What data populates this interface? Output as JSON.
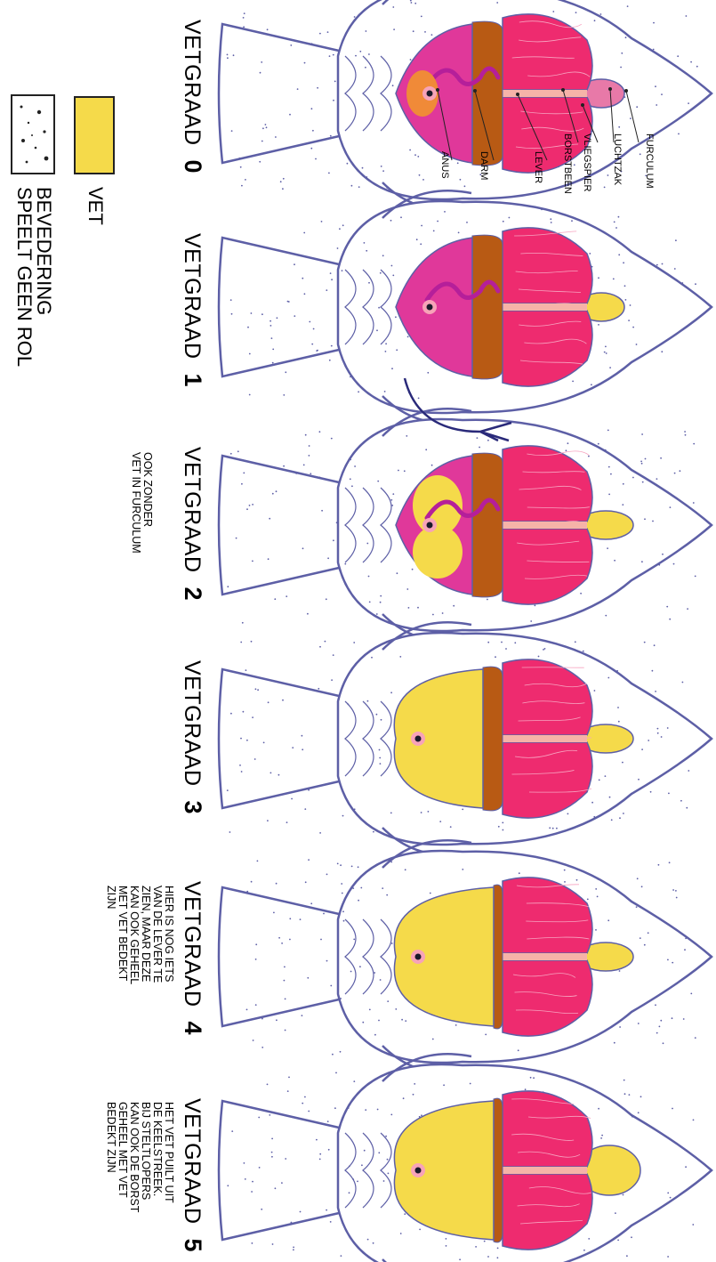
{
  "colors": {
    "outline": "#5d5fa6",
    "muscle": "#ee2b6f",
    "breastbone": "#f6b3a8",
    "liver": "#b85a14",
    "fat": "#f5da4a",
    "gut": "#b51f9a",
    "abdomen": "#e0389a",
    "airsac": "#e879a8"
  },
  "birds": [
    {
      "title": "VETGRAAD",
      "grade": "0",
      "note": [],
      "fat_level": 0
    },
    {
      "title": "VETGRAAD",
      "grade": "1",
      "note": [],
      "fat_level": 1
    },
    {
      "title": "VETGRAAD",
      "grade": "2",
      "note": [
        "OOK ZONDER",
        "VET IN FURCULUM"
      ],
      "fat_level": 2
    },
    {
      "title": "VETGRAAD",
      "grade": "3",
      "note": [],
      "fat_level": 3
    },
    {
      "title": "VETGRAAD",
      "grade": "4",
      "note": [
        "HIER IS NOG IETS",
        "VAN DE LEVER TE",
        "ZIEN, MAAR DEZE",
        "KAN OOK GEHEEL",
        "MET VET BEDEKT",
        "ZIJN"
      ],
      "fat_level": 4
    },
    {
      "title": "VETGRAAD",
      "grade": "5",
      "note": [
        "HET VET PUILT UIT",
        "DE KEELSTREEK.",
        "BIJ STELTLOPERS",
        "KAN OOK DE BORST",
        "GEHEEL MET VET",
        "BEDEKT ZIJN"
      ],
      "fat_level": 5
    }
  ],
  "labels": {
    "furculum": "FURCULUM",
    "luchtzak": "LUCHTZAK",
    "vliegspier": "VLIEGSPIER",
    "borstbeen": "BORSTBEEN",
    "lever": "LEVER",
    "darm": "DARM",
    "anus": "ANUS"
  },
  "legend": {
    "fat_label": "VET",
    "feather_line1": "BEVEDERING",
    "feather_line2": "SPEELT GEEN ROL"
  }
}
